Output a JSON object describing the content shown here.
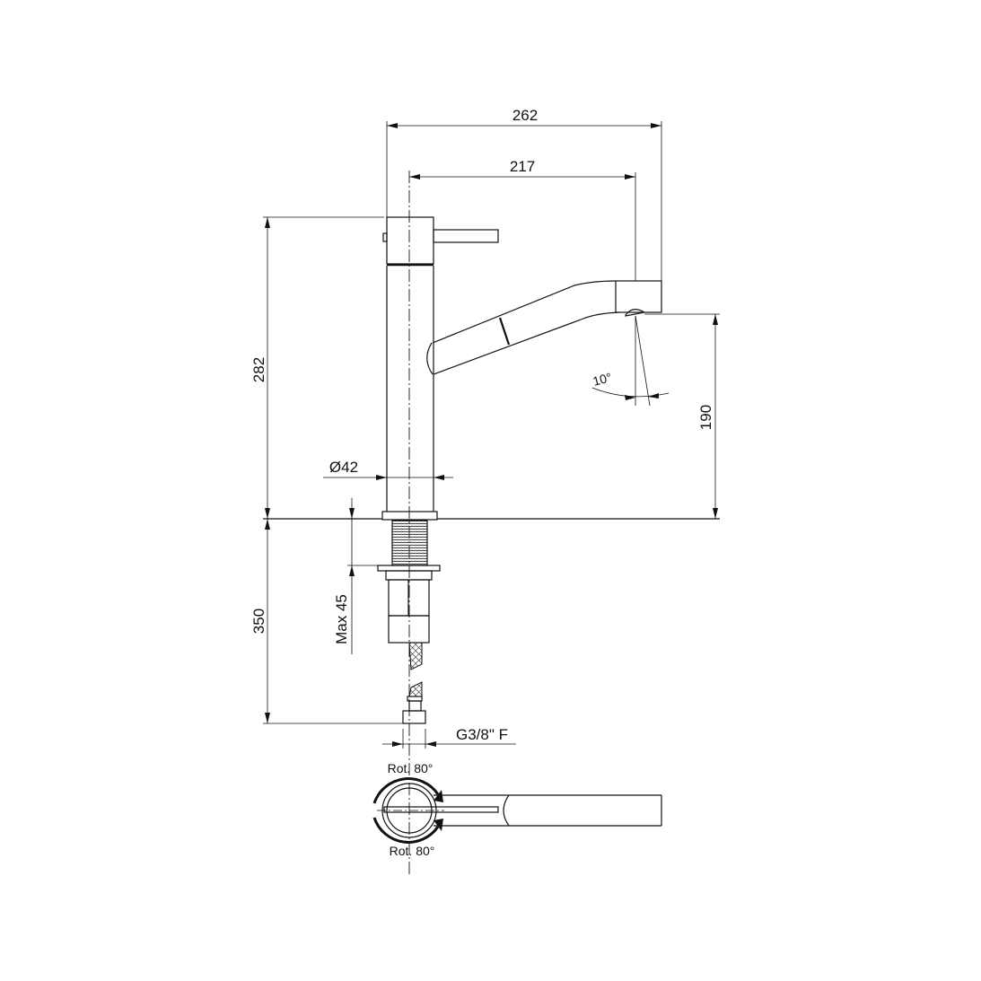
{
  "dimensions": {
    "overall_reach": "262",
    "spout_reach": "217",
    "height": "282",
    "spout_clearance": "190",
    "body_diameter": "Ø42",
    "hose_length": "350",
    "max_deck_thickness": "Max 45",
    "connection": "G3/8\" F",
    "spout_tilt": "10°",
    "rotation_top": "Rot. 80°",
    "rotation_bottom": "Rot. 80°"
  }
}
